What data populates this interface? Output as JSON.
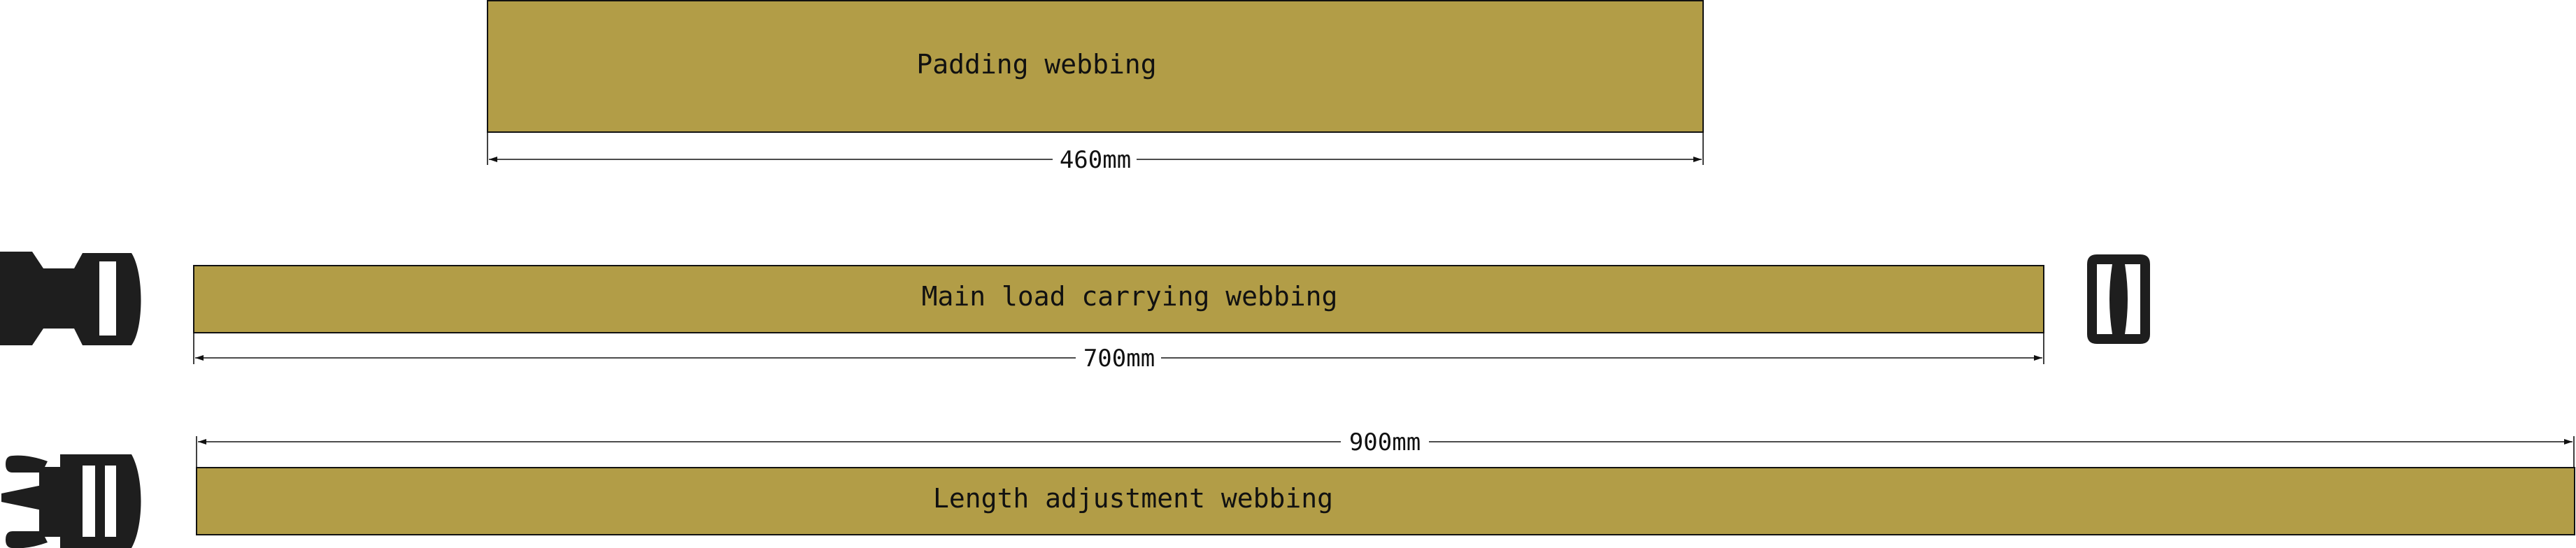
{
  "colors": {
    "webbing": "#b29d47",
    "outline": "#111111",
    "hardware": "#1e1e1e"
  },
  "straps": [
    {
      "id": "padding",
      "label": "Padding webbing",
      "length": "460mm"
    },
    {
      "id": "main",
      "label": "Main load carrying webbing",
      "length": "700mm"
    },
    {
      "id": "adjust",
      "label": "Length adjustment webbing",
      "length": "900mm"
    }
  ],
  "hardware": [
    {
      "name": "buckle-male-icon"
    },
    {
      "name": "tri-glide-icon"
    },
    {
      "name": "buckle-female-icon"
    }
  ]
}
